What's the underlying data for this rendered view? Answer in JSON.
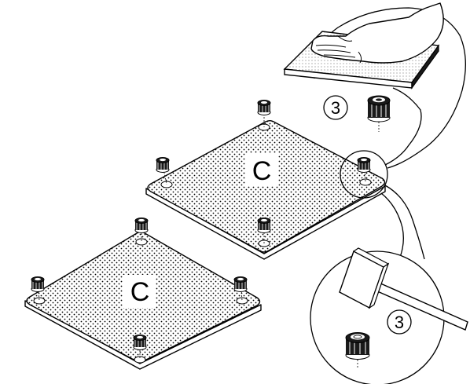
{
  "panels": [
    {
      "label": "C"
    },
    {
      "label": "C"
    }
  ],
  "callouts": [
    {
      "number": "3",
      "tool": "hand-press"
    },
    {
      "number": "3",
      "tool": "mallet-tap"
    }
  ],
  "colors": {
    "line": "#000000",
    "panel_fill": "#ffffff",
    "foot_fill": "#1a1a1a",
    "dot_pattern": "#000000"
  }
}
